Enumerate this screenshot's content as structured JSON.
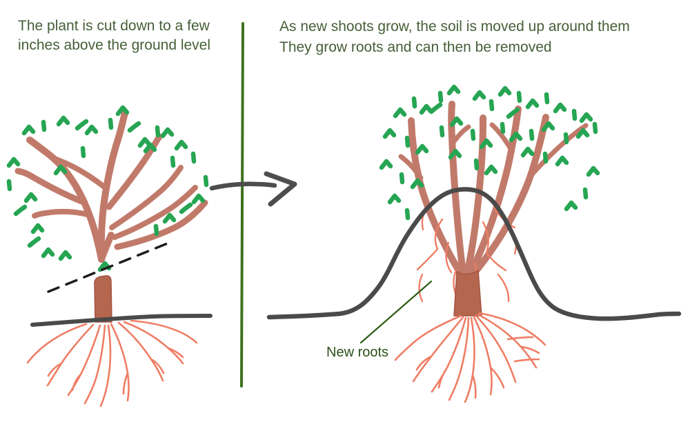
{
  "captions": {
    "left_line1": "The plant is cut down to a few",
    "left_line2": "inches above the ground level",
    "right_line1": "As new shoots grow, the soil is moved up around them",
    "right_line2": "They grow roots and can then be removed",
    "new_roots_label": "New roots"
  },
  "colors": {
    "background": "#ffffff",
    "caption_text": "#465f38",
    "label_text": "#2b511a",
    "pointer_line": "#2e5c15",
    "divider": "#3c721d",
    "branch": "#c17a6a",
    "trunk": "#b5664f",
    "trunk_edge": "#a45543",
    "leaf": "#26a553",
    "root": "#ef7d64",
    "ground": "#4a4a4a",
    "arrow": "#4d4d4d",
    "cut_line": "#1c1c1c"
  }
}
